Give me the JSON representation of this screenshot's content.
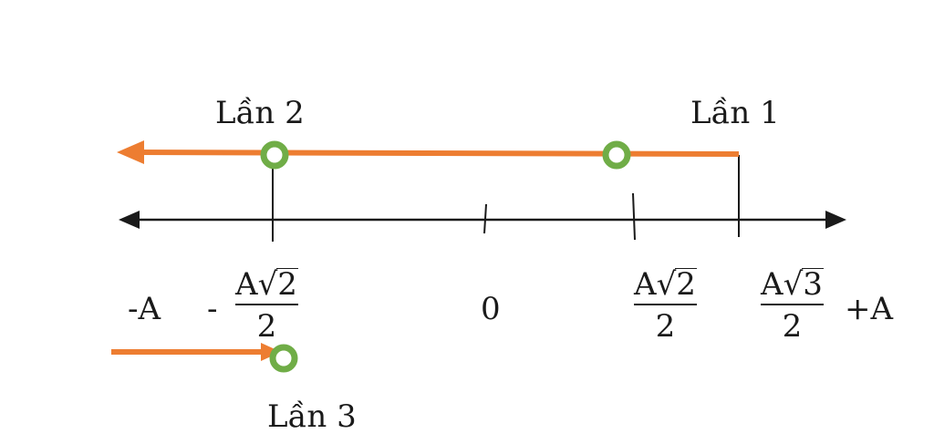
{
  "axis": {
    "left_label": "-A",
    "right_label": "+A",
    "zero_label": "0"
  },
  "marks": {
    "neg_sqrt2": {
      "sign": "-",
      "coef": "A",
      "radical": "√",
      "radicand": "2",
      "denominator": "2"
    },
    "pos_sqrt2": {
      "coef": "A",
      "radical": "√",
      "radicand": "2",
      "denominator": "2"
    },
    "pos_sqrt3": {
      "coef": "A",
      "radical": "√",
      "radicand": "3",
      "denominator": "2"
    }
  },
  "passes": {
    "pass1": "Lần 1",
    "pass2": "Lần 2",
    "pass3": "Lần 3"
  },
  "colors": {
    "path": "#ED7D31",
    "marker": "#70AD47",
    "axis": "#1a1a1a"
  }
}
